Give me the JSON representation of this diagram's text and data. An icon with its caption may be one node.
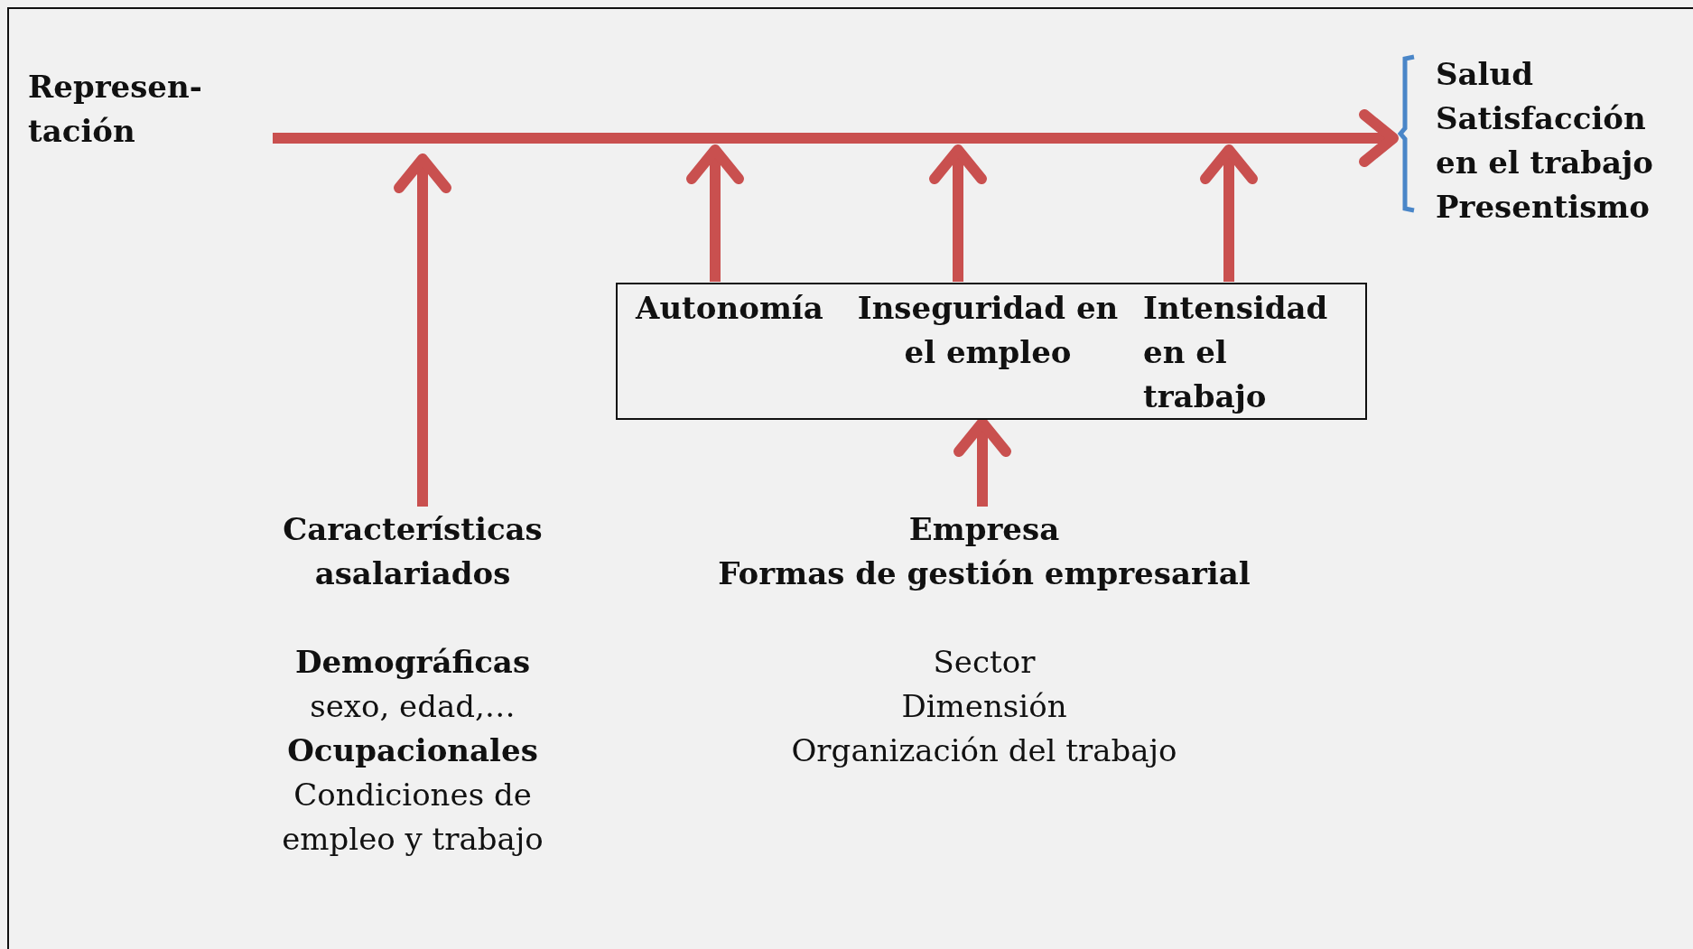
{
  "diagram": {
    "nodes": [
      {
        "text": [
          "Represen- tación"
        ]
      },
      {
        "text": [
          "Salud",
          "Satisfacción en el trabajo",
          "Presentismo"
        ]
      },
      {
        "text": [
          "Autonomía",
          "Inseguridad en el empleo",
          "Intensidad en el trabajo"
        ]
      },
      {
        "text": [
          "Características asalariados",
          "Demográficas",
          "sexo, edad,…",
          "Ocupacionales",
          "Condiciones de empleo y trabajo"
        ]
      },
      {
        "text": [
          "Empresa",
          "Formas de gestión empresarial",
          "Sector",
          "Dimensión",
          "Organización del trabajo"
        ]
      }
    ],
    "edges": [
      {
        "from": 0,
        "to": 1,
        "arrow": "to"
      },
      {
        "from": 3,
        "to": null,
        "arrow": "to"
      },
      {
        "from": 2,
        "to": null,
        "arrow": "to"
      },
      {
        "from": 2,
        "to": null,
        "arrow": "to"
      },
      {
        "from": 2,
        "to": null,
        "arrow": "to"
      },
      {
        "from": 4,
        "to": 2,
        "arrow": "to"
      }
    ]
  }
}
